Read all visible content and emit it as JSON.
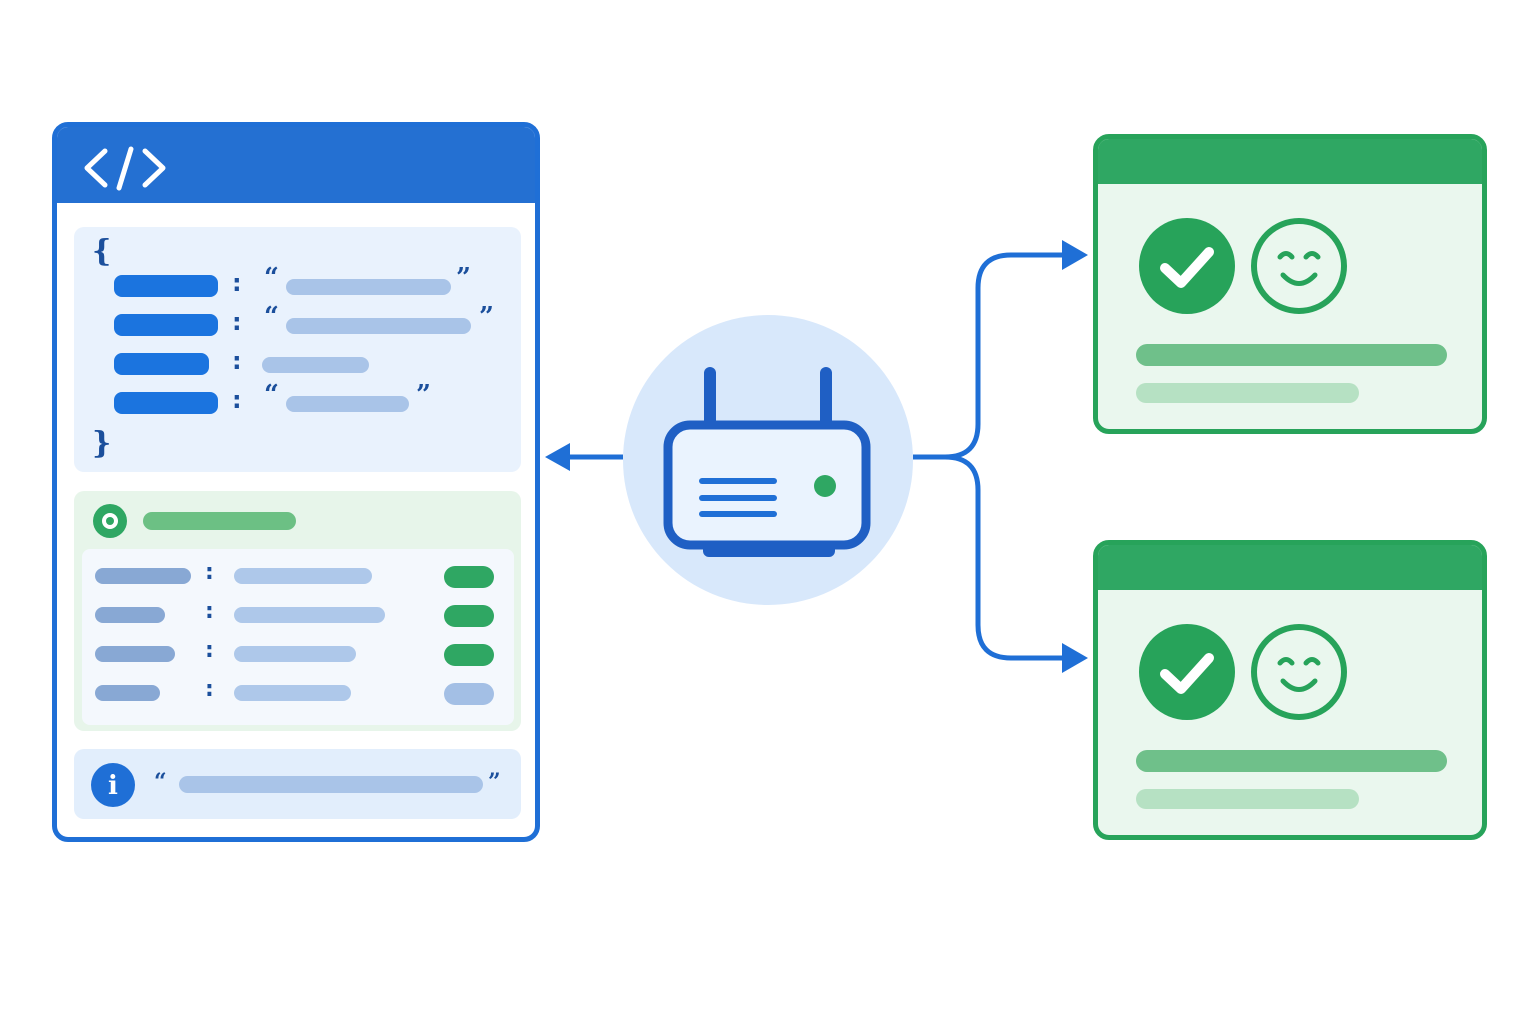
{
  "code_window": {
    "title_icon": "code-brackets-icon",
    "json_open_brace": "{",
    "json_close_brace": "}",
    "json_separator": ":",
    "open_quote": "“",
    "close_quote": "”",
    "info_icon": "info-icon",
    "info_letter": "i",
    "status_icon": "status-dot-icon",
    "status_pills": [
      "green",
      "green",
      "green",
      "muted"
    ]
  },
  "router": {
    "icon": "router-icon"
  },
  "results": [
    {
      "status_icon": "checkmark-icon",
      "mood_icon": "smiley-face-icon"
    },
    {
      "status_icon": "checkmark-icon",
      "mood_icon": "smiley-face-icon"
    }
  ],
  "colors": {
    "primary_blue": "#2470d2",
    "key_blue": "#1b74df",
    "value_blue": "#a9c4e8",
    "success_green": "#2fa763",
    "light_green": "#eaf7ee",
    "router_bg": "#d8e8fb"
  }
}
